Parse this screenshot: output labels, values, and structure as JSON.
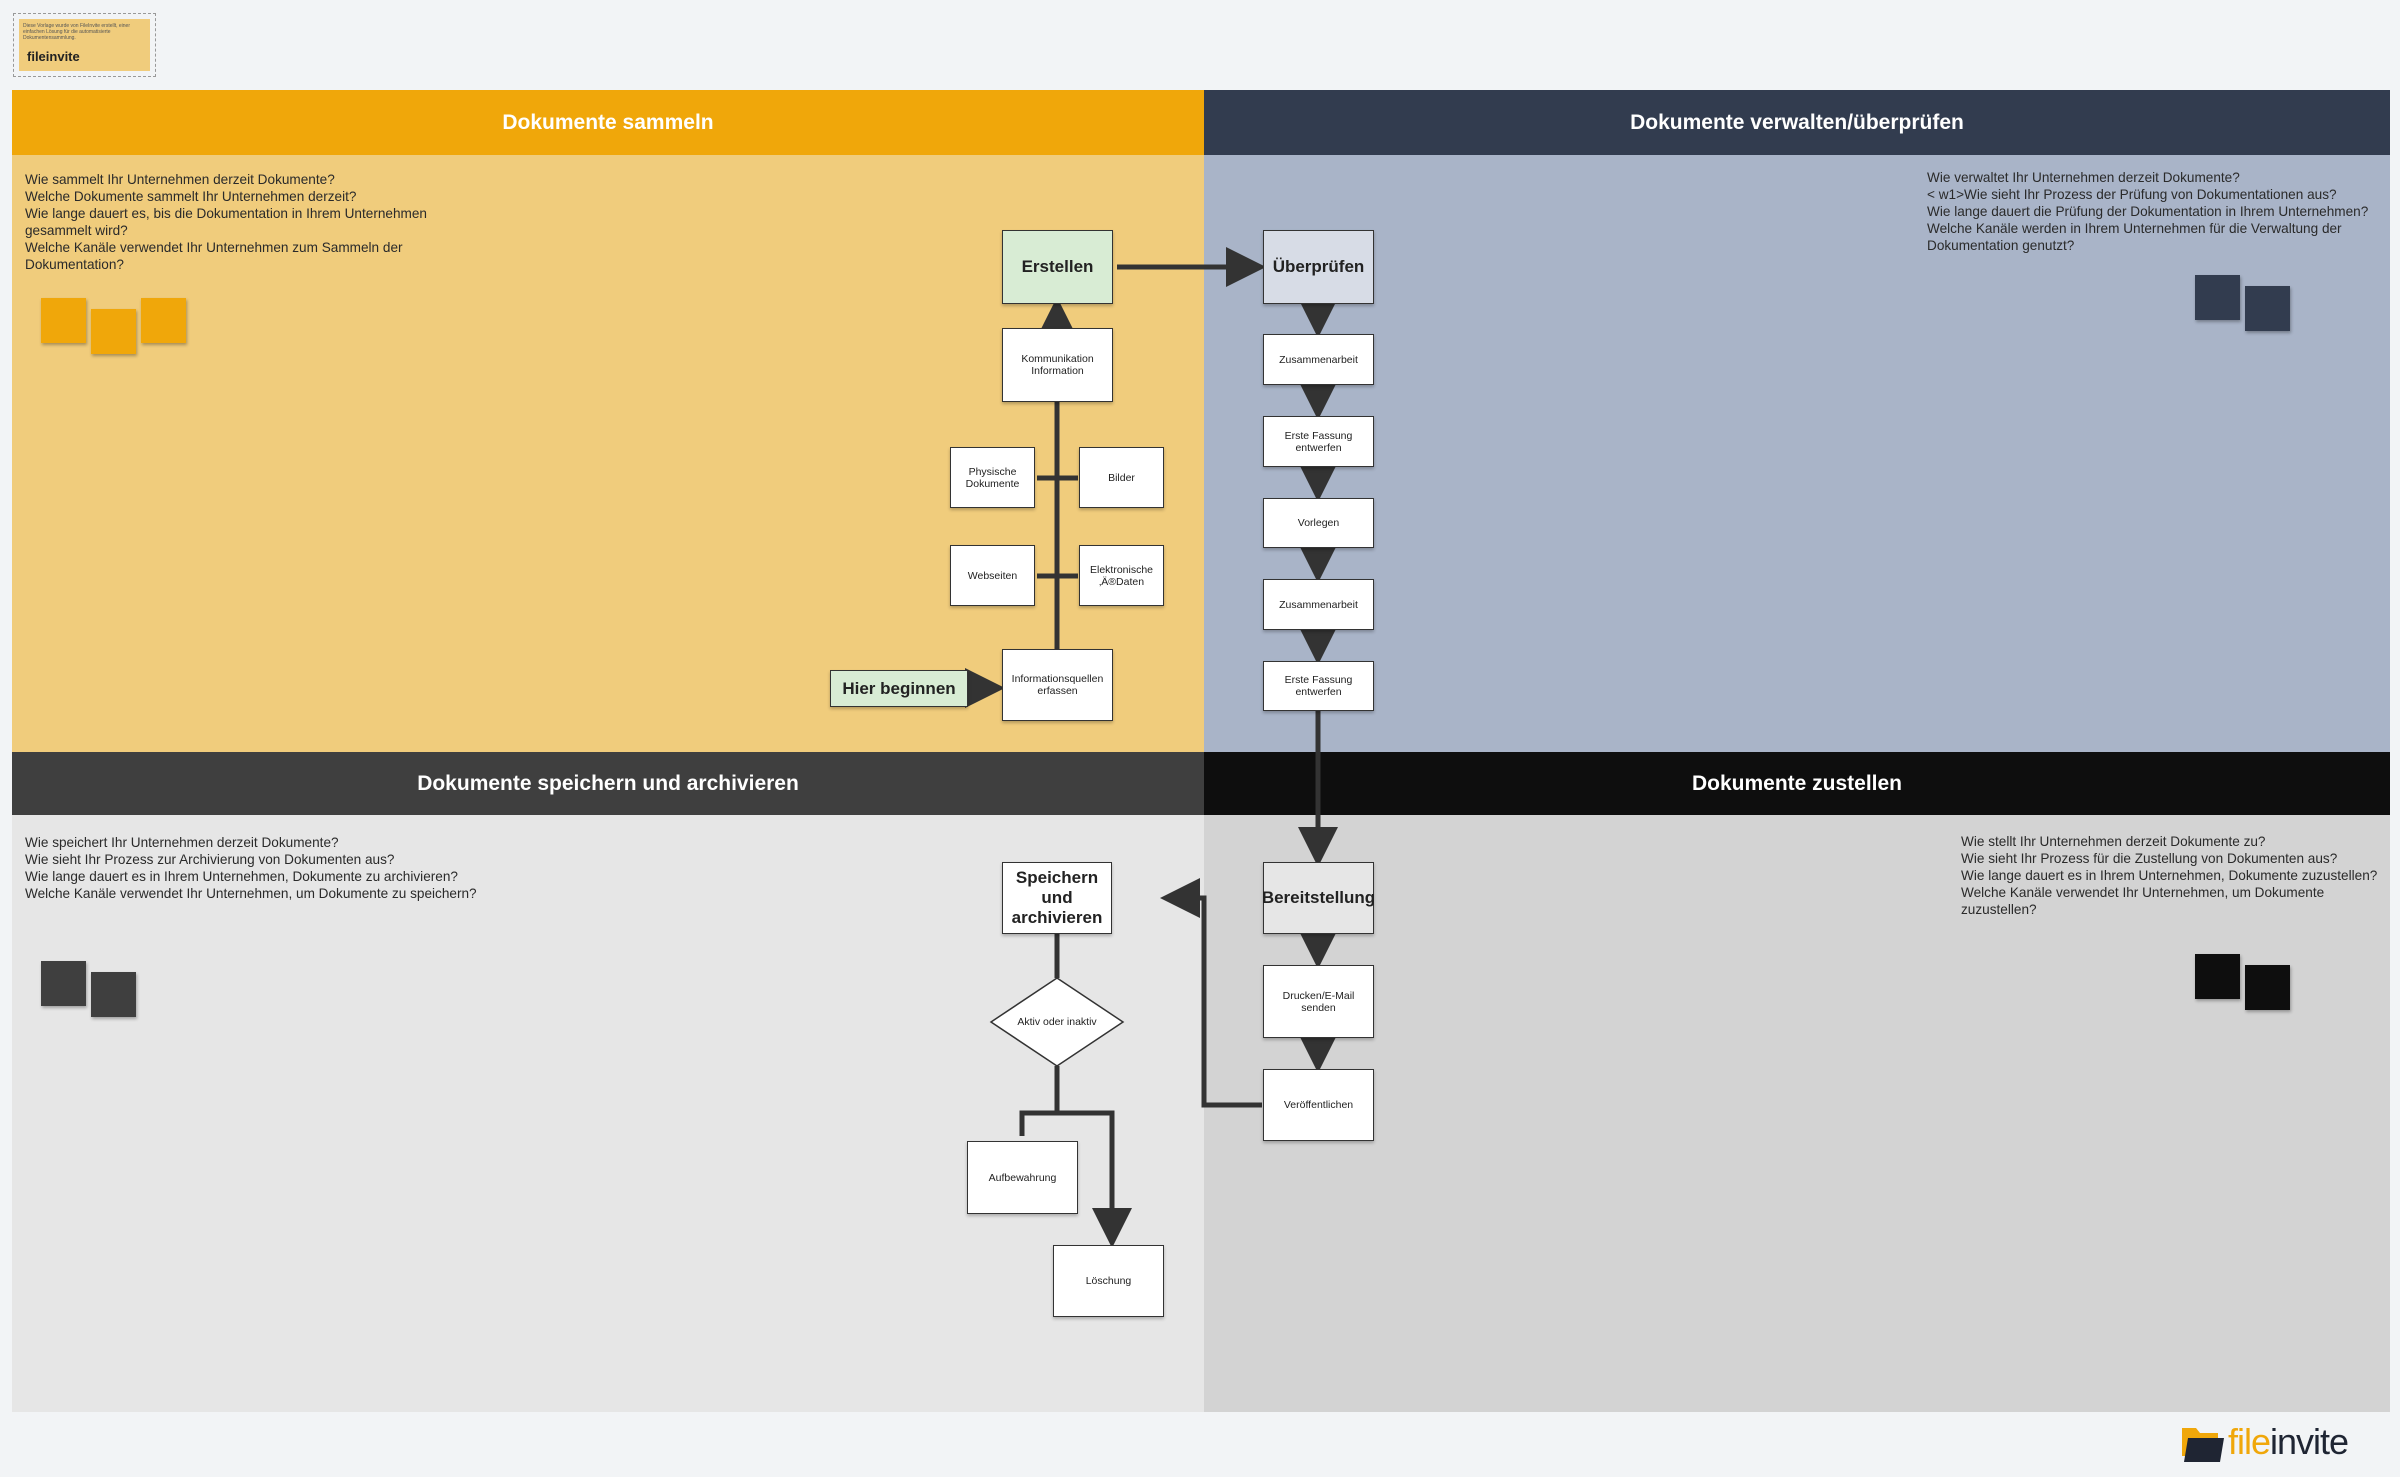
{
  "template_note": {
    "text": "Diese Vorlage wurde von FileInvite erstellt, einer einfachen Lösung für die automatisierte Dokumentensammlung.",
    "brand": "fileinvite"
  },
  "footer_logo": {
    "file": "file",
    "invite": "invite"
  },
  "quadrants": {
    "collect": {
      "title": "Dokumente sammeln",
      "questions": "Wie sammelt Ihr Unternehmen derzeit Dokumente?\nWelche Dokumente sammelt Ihr Unternehmen derzeit?\nWie lange dauert es, bis die Dokumentation in Ihrem Unternehmen gesammelt wird?\nWelche Kanäle verwendet Ihr Unternehmen zum Sammeln der Dokumentation?",
      "colors": {
        "band": "#f0a70a",
        "area": "#f0cc7c",
        "sticky": "#f0a70a"
      }
    },
    "manage": {
      "title": "Dokumente verwalten/überprüfen",
      "questions": "Wie verwaltet Ihr Unternehmen derzeit Dokumente?\n< w1>Wie sieht Ihr Prozess der Prüfung von Dokumentationen aus?\nWie lange dauert die Prüfung der Dokumentation in Ihrem Unternehmen? Welche Kanäle werden in Ihrem Unternehmen für die Verwaltung der Dokumentation genutzt?",
      "colors": {
        "band": "#323c4f",
        "area": "#a9b4c8",
        "sticky": "#323c4f"
      }
    },
    "store": {
      "title": "Dokumente speichern und archivieren",
      "questions": "Wie speichert Ihr Unternehmen derzeit Dokumente?\nWie sieht Ihr Prozess zur Archivierung von Dokumenten aus?\nWie lange dauert es in Ihrem Unternehmen, Dokumente zu archivieren?\nWelche Kanäle verwendet Ihr Unternehmen, um Dokumente zu speichern?",
      "colors": {
        "band": "#3f3f3f",
        "area": "#e6e6e6",
        "sticky": "#3f3f3f"
      }
    },
    "deliver": {
      "title": "Dokumente zustellen",
      "questions": "Wie stellt Ihr Unternehmen derzeit Dokumente zu?\nWie sieht Ihr Prozess für die Zustellung von Dokumenten aus?\nWie lange dauert es in Ihrem Unternehmen, Dokumente zuzustellen?\nWelche Kanäle verwendet Ihr Unternehmen, um Dokumente zuzustellen?",
      "colors": {
        "band": "#0e0e0e",
        "area": "#d3d3d3",
        "sticky": "#0e0e0e"
      }
    }
  },
  "nodes": {
    "start": "Hier beginnen",
    "capture": "Informationsquellen erfassen",
    "websites": "Webseiten",
    "electronic": "Elektronische ‚Ä®Daten",
    "physical": "Physische Dokumente",
    "images": "Bilder",
    "communication": "Kommunikation Information",
    "create": "Erstellen",
    "review": "Überprüfen",
    "collab1": "Zusammenarbeit",
    "draft1": "Erste Fassung entwerfen",
    "submit": "Vorlegen",
    "collab2": "Zusammenarbeit",
    "draft2": "Erste Fassung entwerfen",
    "provide": "Bereitstellung",
    "print": "Drucken/E-Mail senden",
    "publish": "Veröffentlichen",
    "store": "Speichern und archivieren",
    "decision": "Aktiv oder inaktiv",
    "retention": "Aufbewahrung",
    "deletion": "Löschung"
  }
}
